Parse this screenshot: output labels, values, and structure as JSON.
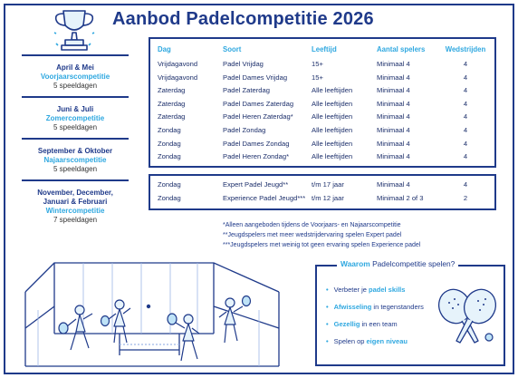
{
  "title": "Aanbod Padelcompetitie 2026",
  "seasons": [
    {
      "period": "April & Mei",
      "competition": "Voorjaarscompetitie",
      "days": "5 speeldagen"
    },
    {
      "period": "Juni & Juli",
      "competition": "Zomercompetitie",
      "days": "5 speeldagen"
    },
    {
      "period": "September & Oktober",
      "competition": "Najaarscompetitie",
      "days": "5 speeldagen"
    },
    {
      "period": "November, December, Januari & Februari",
      "competition": "Wintercompetitie",
      "days": "7 speeldagen"
    }
  ],
  "table": {
    "headers": {
      "dag": "Dag",
      "soort": "Soort",
      "leeftijd": "Leeftijd",
      "aantal": "Aantal spelers",
      "wedstrijden": "Wedstrijden"
    },
    "rows": [
      {
        "dag": "Vrijdagavond",
        "soort": "Padel Vrijdag",
        "leeftijd": "15+",
        "aantal": "Minimaal 4",
        "wedstrijden": "4"
      },
      {
        "dag": "Vrijdagavond",
        "soort": "Padel Dames Vrijdag",
        "leeftijd": "15+",
        "aantal": "Minimaal 4",
        "wedstrijden": "4"
      },
      {
        "dag": "Zaterdag",
        "soort": "Padel Zaterdag",
        "leeftijd": "Alle leeftijden",
        "aantal": "Minimaal 4",
        "wedstrijden": "4"
      },
      {
        "dag": "Zaterdag",
        "soort": "Padel Dames Zaterdag",
        "leeftijd": "Alle leeftijden",
        "aantal": "Minimaal 4",
        "wedstrijden": "4"
      },
      {
        "dag": "Zaterdag",
        "soort": "Padel Heren Zaterdag*",
        "leeftijd": "Alle leeftijden",
        "aantal": "Minimaal 4",
        "wedstrijden": "4"
      },
      {
        "dag": "Zondag",
        "soort": "Padel Zondag",
        "leeftijd": "Alle leeftijden",
        "aantal": "Minimaal 4",
        "wedstrijden": "4"
      },
      {
        "dag": "Zondag",
        "soort": "Padel Dames Zondag",
        "leeftijd": "Alle leeftijden",
        "aantal": "Minimaal 4",
        "wedstrijden": "4"
      },
      {
        "dag": "Zondag",
        "soort": "Padel Heren Zondag*",
        "leeftijd": "Alle leeftijden",
        "aantal": "Minimaal 4",
        "wedstrijden": "4"
      }
    ]
  },
  "youth_table": {
    "rows": [
      {
        "dag": "Zondag",
        "soort": "Expert Padel Jeugd**",
        "leeftijd": "t/m 17 jaar",
        "aantal": "Minimaal 4",
        "wedstrijden": "4"
      },
      {
        "dag": "Zondag",
        "soort": "Experience Padel Jeugd***",
        "leeftijd": "t/m 12 jaar",
        "aantal": "Minimaal 2 of 3",
        "wedstrijden": "2"
      }
    ]
  },
  "notes": [
    "*Alleen aangeboden tijdens de Voorjaars- en Najaarscompetitie",
    "**Jeugdspelers met meer wedstrijdervaring spelen Expert padel",
    "***Jeugdspelers met weinig tot geen ervaring spelen Experience padel"
  ],
  "why": {
    "title_highlight": "Waarom",
    "title_rest": "Padelcompetitie spelen?",
    "items": [
      {
        "pre": "Verbeter je ",
        "em": "padel skills",
        "post": ""
      },
      {
        "pre": "",
        "em": "Afwisseling",
        "post": " in tegenstanders"
      },
      {
        "pre": "",
        "em": "Gezellig",
        "post": " in een team"
      },
      {
        "pre": "Spelen op ",
        "em": "eigen niveau",
        "post": ""
      }
    ]
  },
  "colors": {
    "navy": "#1f3a8a",
    "cyan": "#2fa8e0"
  },
  "icons": [
    "trophy-icon",
    "padel-rackets-icon",
    "padel-court-illustration"
  ]
}
